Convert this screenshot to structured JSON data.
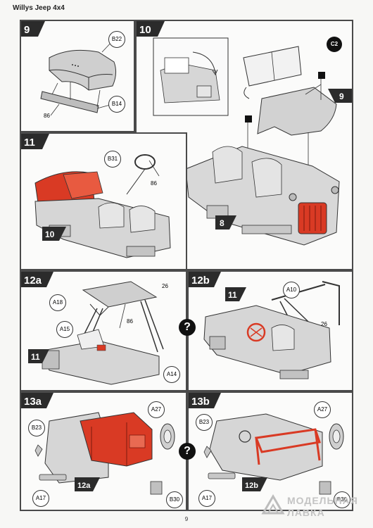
{
  "header": {
    "title": "Willys Jeep 4x4"
  },
  "page_number": "9",
  "watermark": {
    "line1": "МОДЕЛЬНАЯ",
    "line2": "ЛАВКА"
  },
  "steps": {
    "s9": {
      "number": "9",
      "callouts": [
        "B22",
        "B14"
      ],
      "notes": [
        "86"
      ]
    },
    "s10": {
      "number": "10",
      "callouts": [
        "C2"
      ],
      "refs": [
        "9",
        "8"
      ]
    },
    "s11": {
      "number": "11",
      "callouts": [
        "B31"
      ],
      "notes": [
        "86"
      ],
      "refs": [
        "10"
      ]
    },
    "s12a": {
      "number": "12a",
      "callouts": [
        "A18",
        "A15",
        "A14"
      ],
      "notes": [
        "26",
        "86"
      ],
      "refs": [
        "11"
      ]
    },
    "s12b": {
      "number": "12b",
      "callouts": [
        "A10"
      ],
      "notes": [
        "26"
      ],
      "refs": [
        "11"
      ]
    },
    "s13a": {
      "number": "13a",
      "callouts": [
        "A27",
        "B23",
        "A17",
        "B30"
      ],
      "refs": [
        "12a"
      ]
    },
    "s13b": {
      "number": "13b",
      "callouts": [
        "A27",
        "B23",
        "A17",
        "B30"
      ],
      "refs": [
        "12b"
      ]
    }
  },
  "choice_symbols": [
    "?",
    "?"
  ],
  "colors": {
    "accent": "#d93a24",
    "panel_border": "#4a4a4a",
    "step_bg": "#2b2b2b"
  }
}
